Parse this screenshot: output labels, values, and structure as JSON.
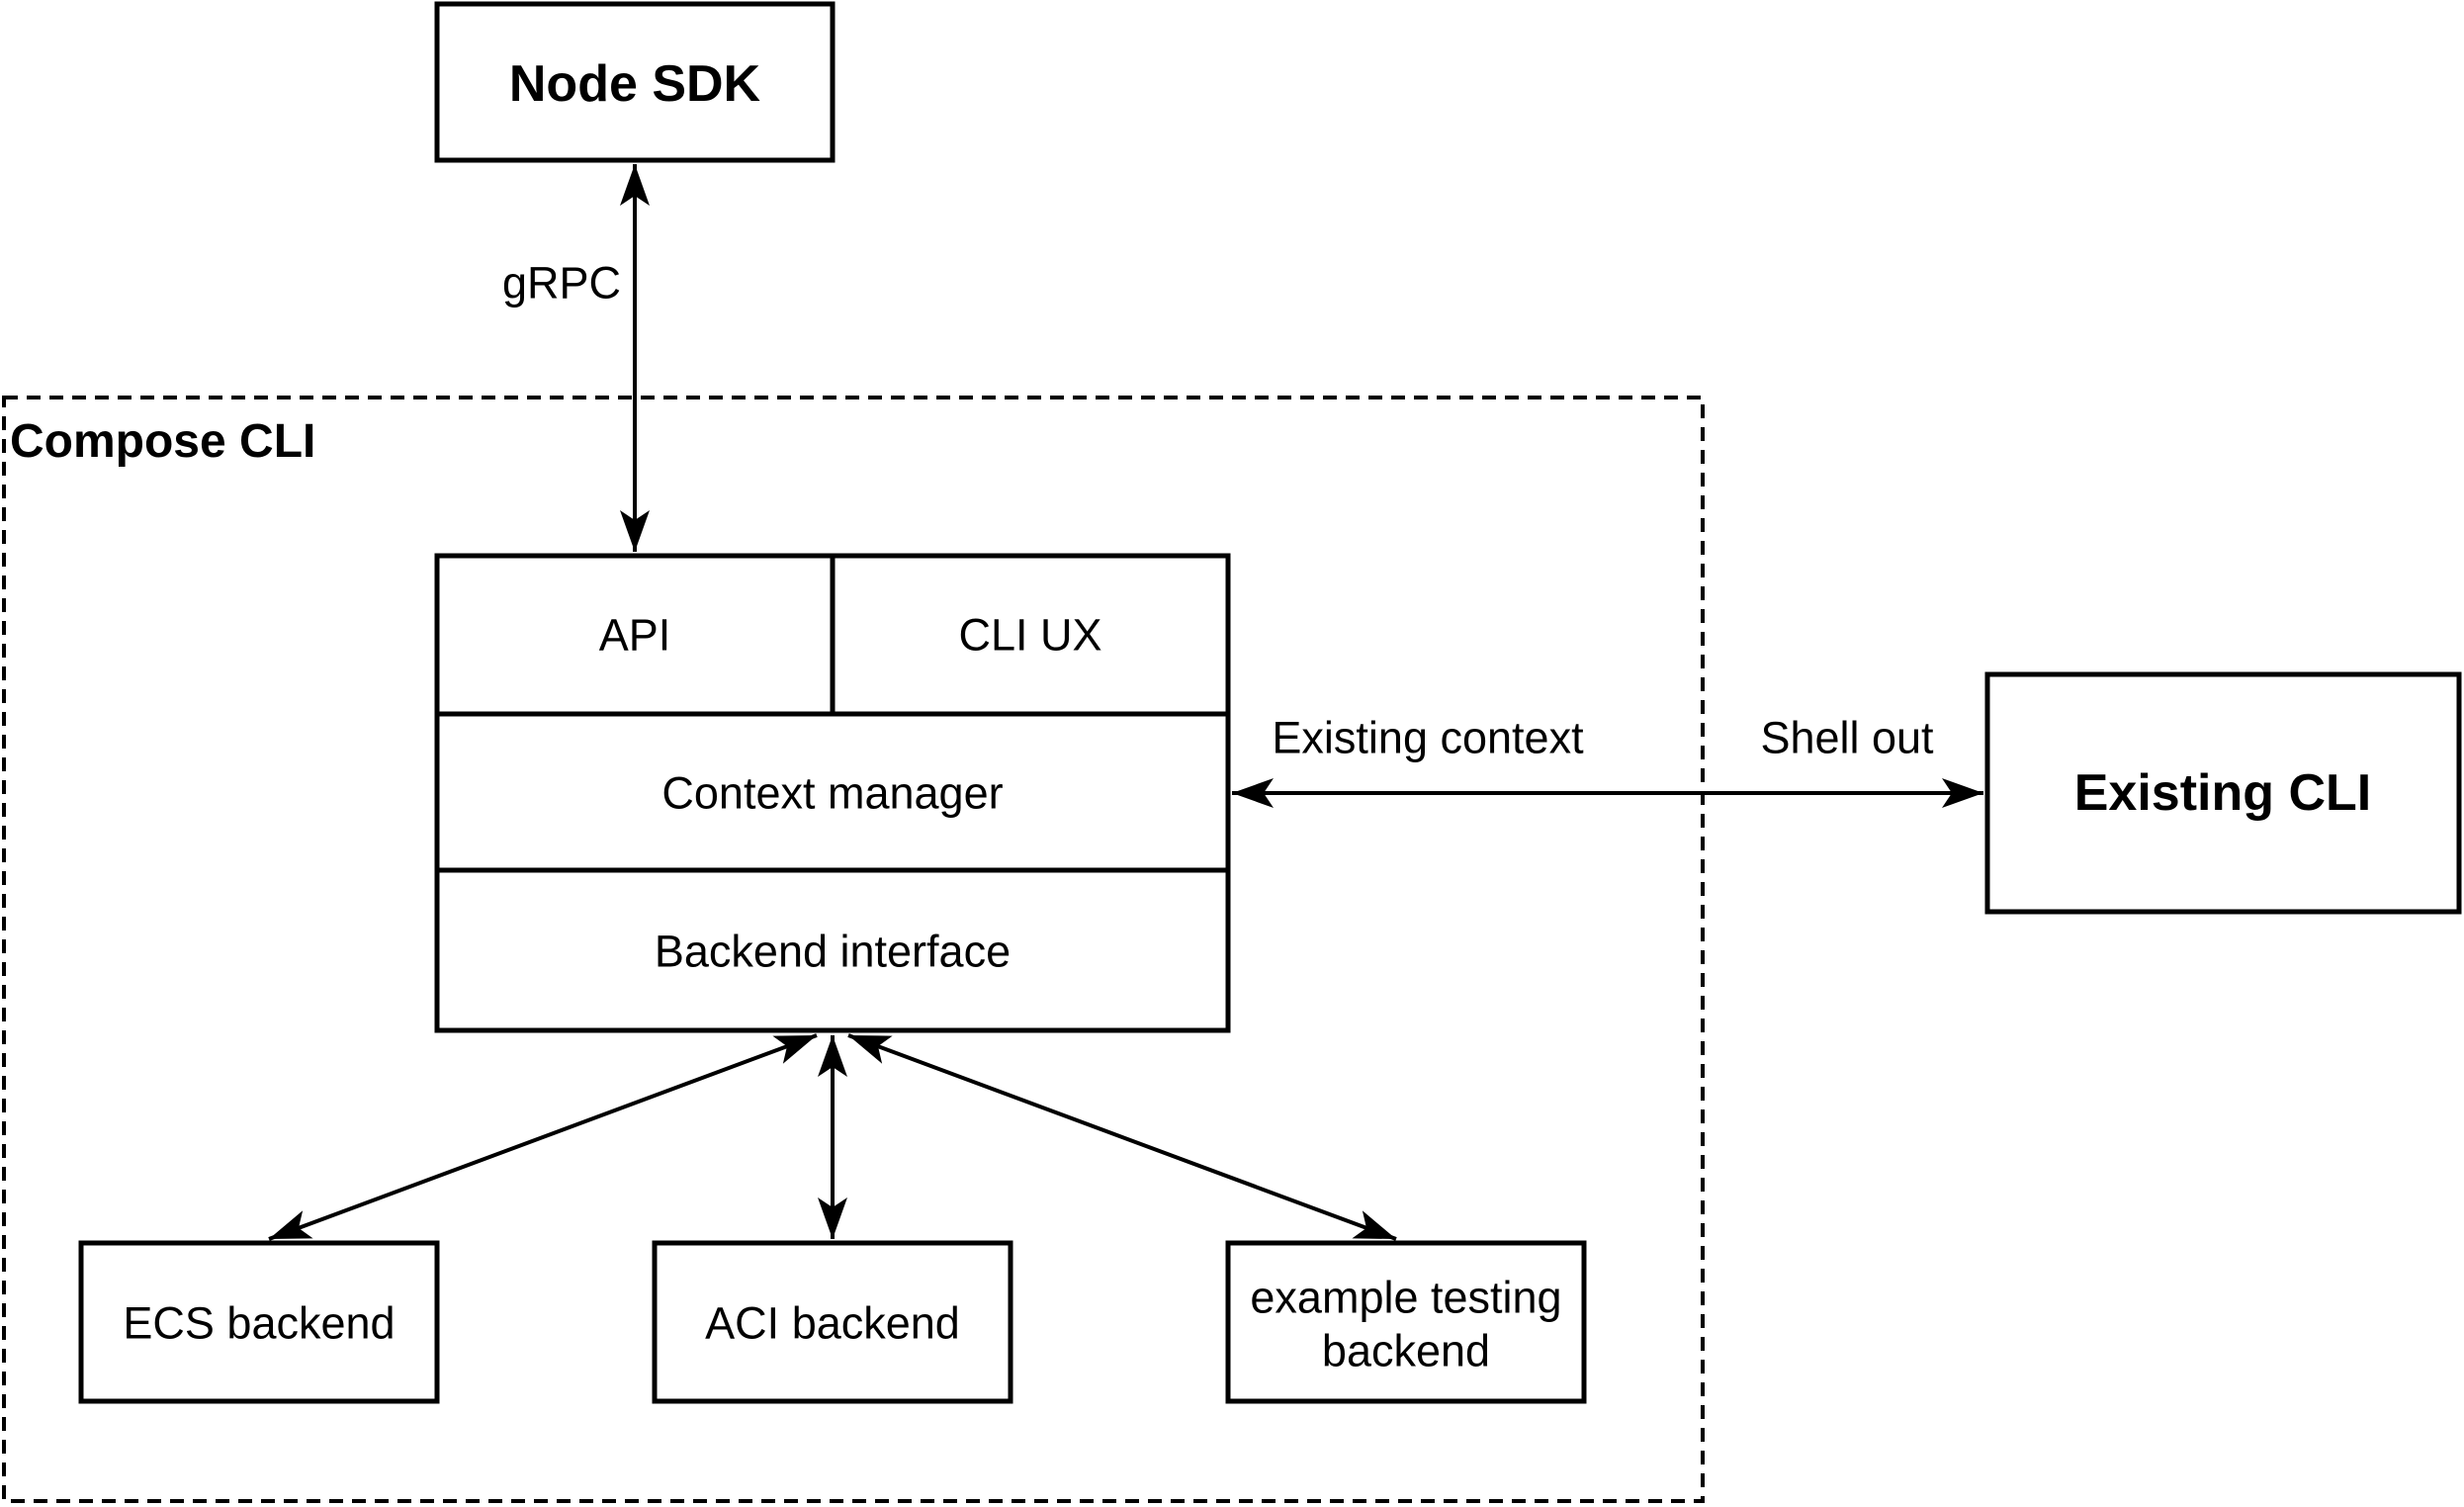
{
  "diagram": {
    "nodes": {
      "node_sdk": "Node SDK",
      "compose_cli_container": "Compose CLI",
      "api": "API",
      "cli_ux": "CLI UX",
      "context_manager": "Context manager",
      "backend_interface": "Backend interface",
      "ecs_backend": "ECS backend",
      "aci_backend": "ACI backend",
      "example_testing_backend_line1": "example testing",
      "example_testing_backend_line2": "backend",
      "existing_cli": "Existing CLI"
    },
    "edge_labels": {
      "grpc": "gRPC",
      "existing_context": "Existing context",
      "shell_out": "Shell out"
    },
    "colors": {
      "line": "#000000",
      "background": "#ffffff"
    }
  }
}
